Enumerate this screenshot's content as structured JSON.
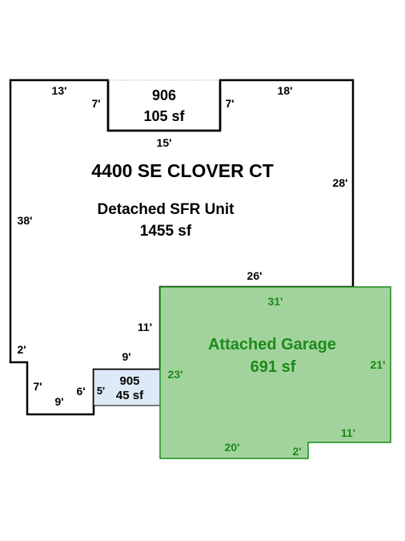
{
  "address": "4400 SE CLOVER CT",
  "house": {
    "label": "Detached SFR Unit",
    "area": "1455 sf",
    "dims": {
      "top_left": "13'",
      "top_right": "18'",
      "left": "38'",
      "right": "28'",
      "bottom_right": "26'",
      "inner_vertical": "11'",
      "step_left": "2'",
      "notch_left": "7'",
      "notch_bottom": "9'",
      "notch_right": "6'",
      "porch_top": "9'"
    }
  },
  "room_906": {
    "id": "906",
    "area": "105 sf",
    "dims": {
      "left": "7'",
      "right": "7'",
      "bottom": "15'"
    }
  },
  "room_905": {
    "id": "905",
    "area": "45 sf",
    "dims": {
      "left": "5'"
    }
  },
  "garage": {
    "label": "Attached Garage",
    "area": "691 sf",
    "dims": {
      "top": "31'",
      "left": "23'",
      "right": "21'",
      "bottom": "20'",
      "step_vertical": "2'",
      "step_horizontal": "11'"
    }
  },
  "colors": {
    "garage_fill": "#a3d39c",
    "garage_stroke": "#1a8a1a",
    "garage_text": "#1a8a1a",
    "room905_fill": "#dce9f6",
    "outline": "#000000"
  }
}
